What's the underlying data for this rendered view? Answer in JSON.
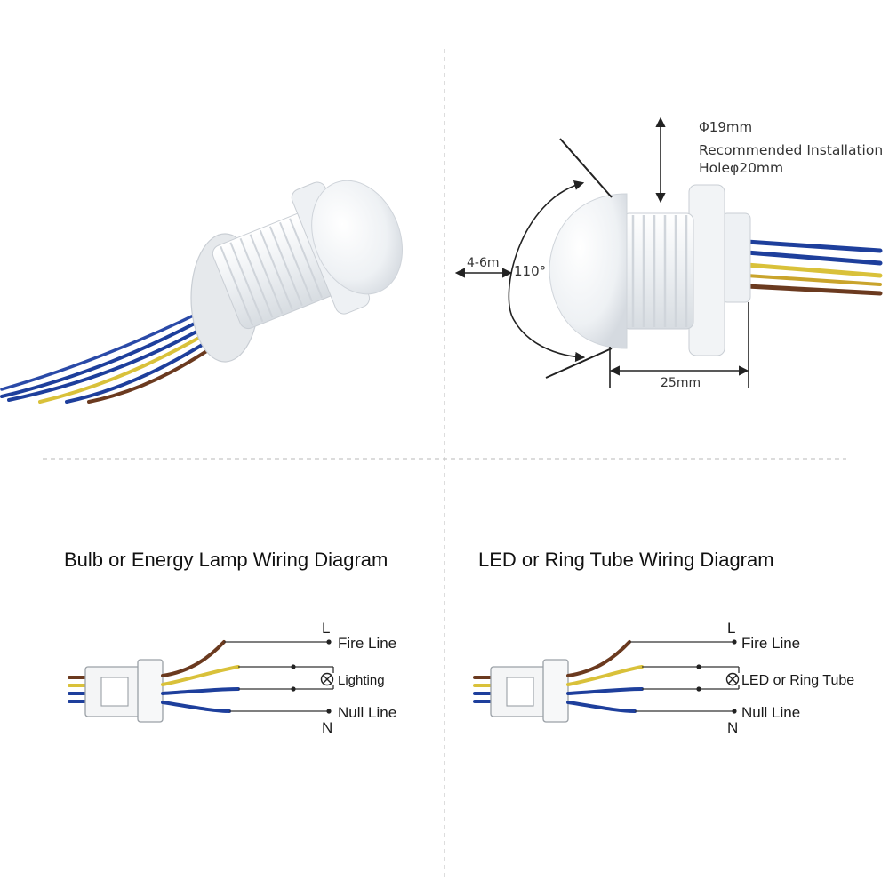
{
  "dimensions": {
    "diameter": "Φ19mm",
    "recommended_line1": "Recommended Installation",
    "recommended_line2": "Holeφ20mm",
    "range": "4-6m",
    "angle": "110°",
    "length": "25mm"
  },
  "diagrams": [
    {
      "title": "Bulb or Energy Lamp Wiring Diagram",
      "L": "L",
      "N": "N",
      "fire_line": "Fire Line",
      "load": "Lighting",
      "null_line": "Null Line"
    },
    {
      "title": "LED or Ring Tube Wiring Diagram",
      "L": "L",
      "N": "N",
      "fire_line": "Fire Line",
      "load": "LED or Ring Tube",
      "null_line": "Null Line"
    }
  ],
  "colors": {
    "wire_blue": "#1e3f9c",
    "wire_yellow": "#d9c13a",
    "wire_brown": "#6b3a1f",
    "sensor_white": "#f2f4f6",
    "divider": "#bdbdbd"
  },
  "icons": {
    "sensor_photo": "pir-sensor-photo",
    "sensor_side": "pir-sensor-side-view",
    "lamp": "lamp-symbol-icon",
    "connector": "wire-connector-icon"
  }
}
